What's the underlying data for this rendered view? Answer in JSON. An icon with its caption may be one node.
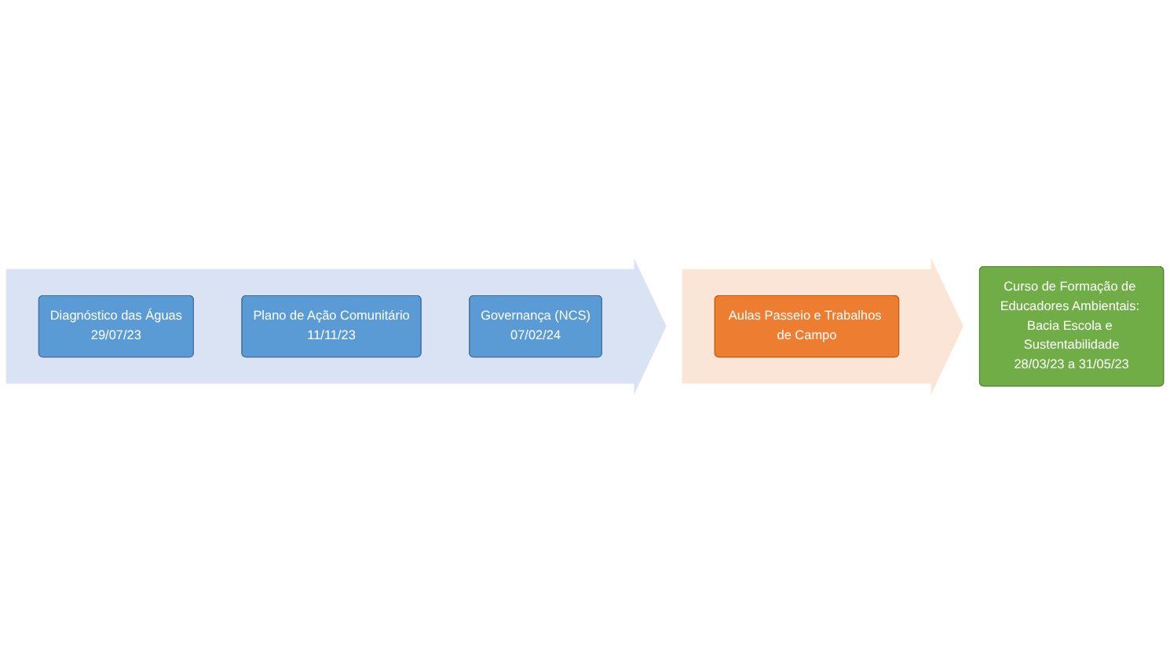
{
  "diagram": {
    "nodes": [
      {
        "text": [
          "Curso de Formação de Educadores Ambientais: Bacia Escola e Sustentabilidade",
          "28/03/23 a 31/05/23"
        ]
      },
      {
        "text": [],
        "shape": "arrow"
      },
      {
        "text": [
          "Diagnóstico das Águas",
          "29/07/23"
        ],
        "in": 1
      },
      {
        "text": [
          "Plano de Ação Comunitário",
          "11/11/23"
        ],
        "in": 1
      },
      {
        "text": [
          "Governança (NCS)",
          "07/02/24"
        ],
        "in": 1
      },
      {
        "text": [],
        "shape": "arrow"
      },
      {
        "text": [
          "Aulas Passeio e Trabalhos de Campo"
        ],
        "in": 5
      }
    ]
  }
}
